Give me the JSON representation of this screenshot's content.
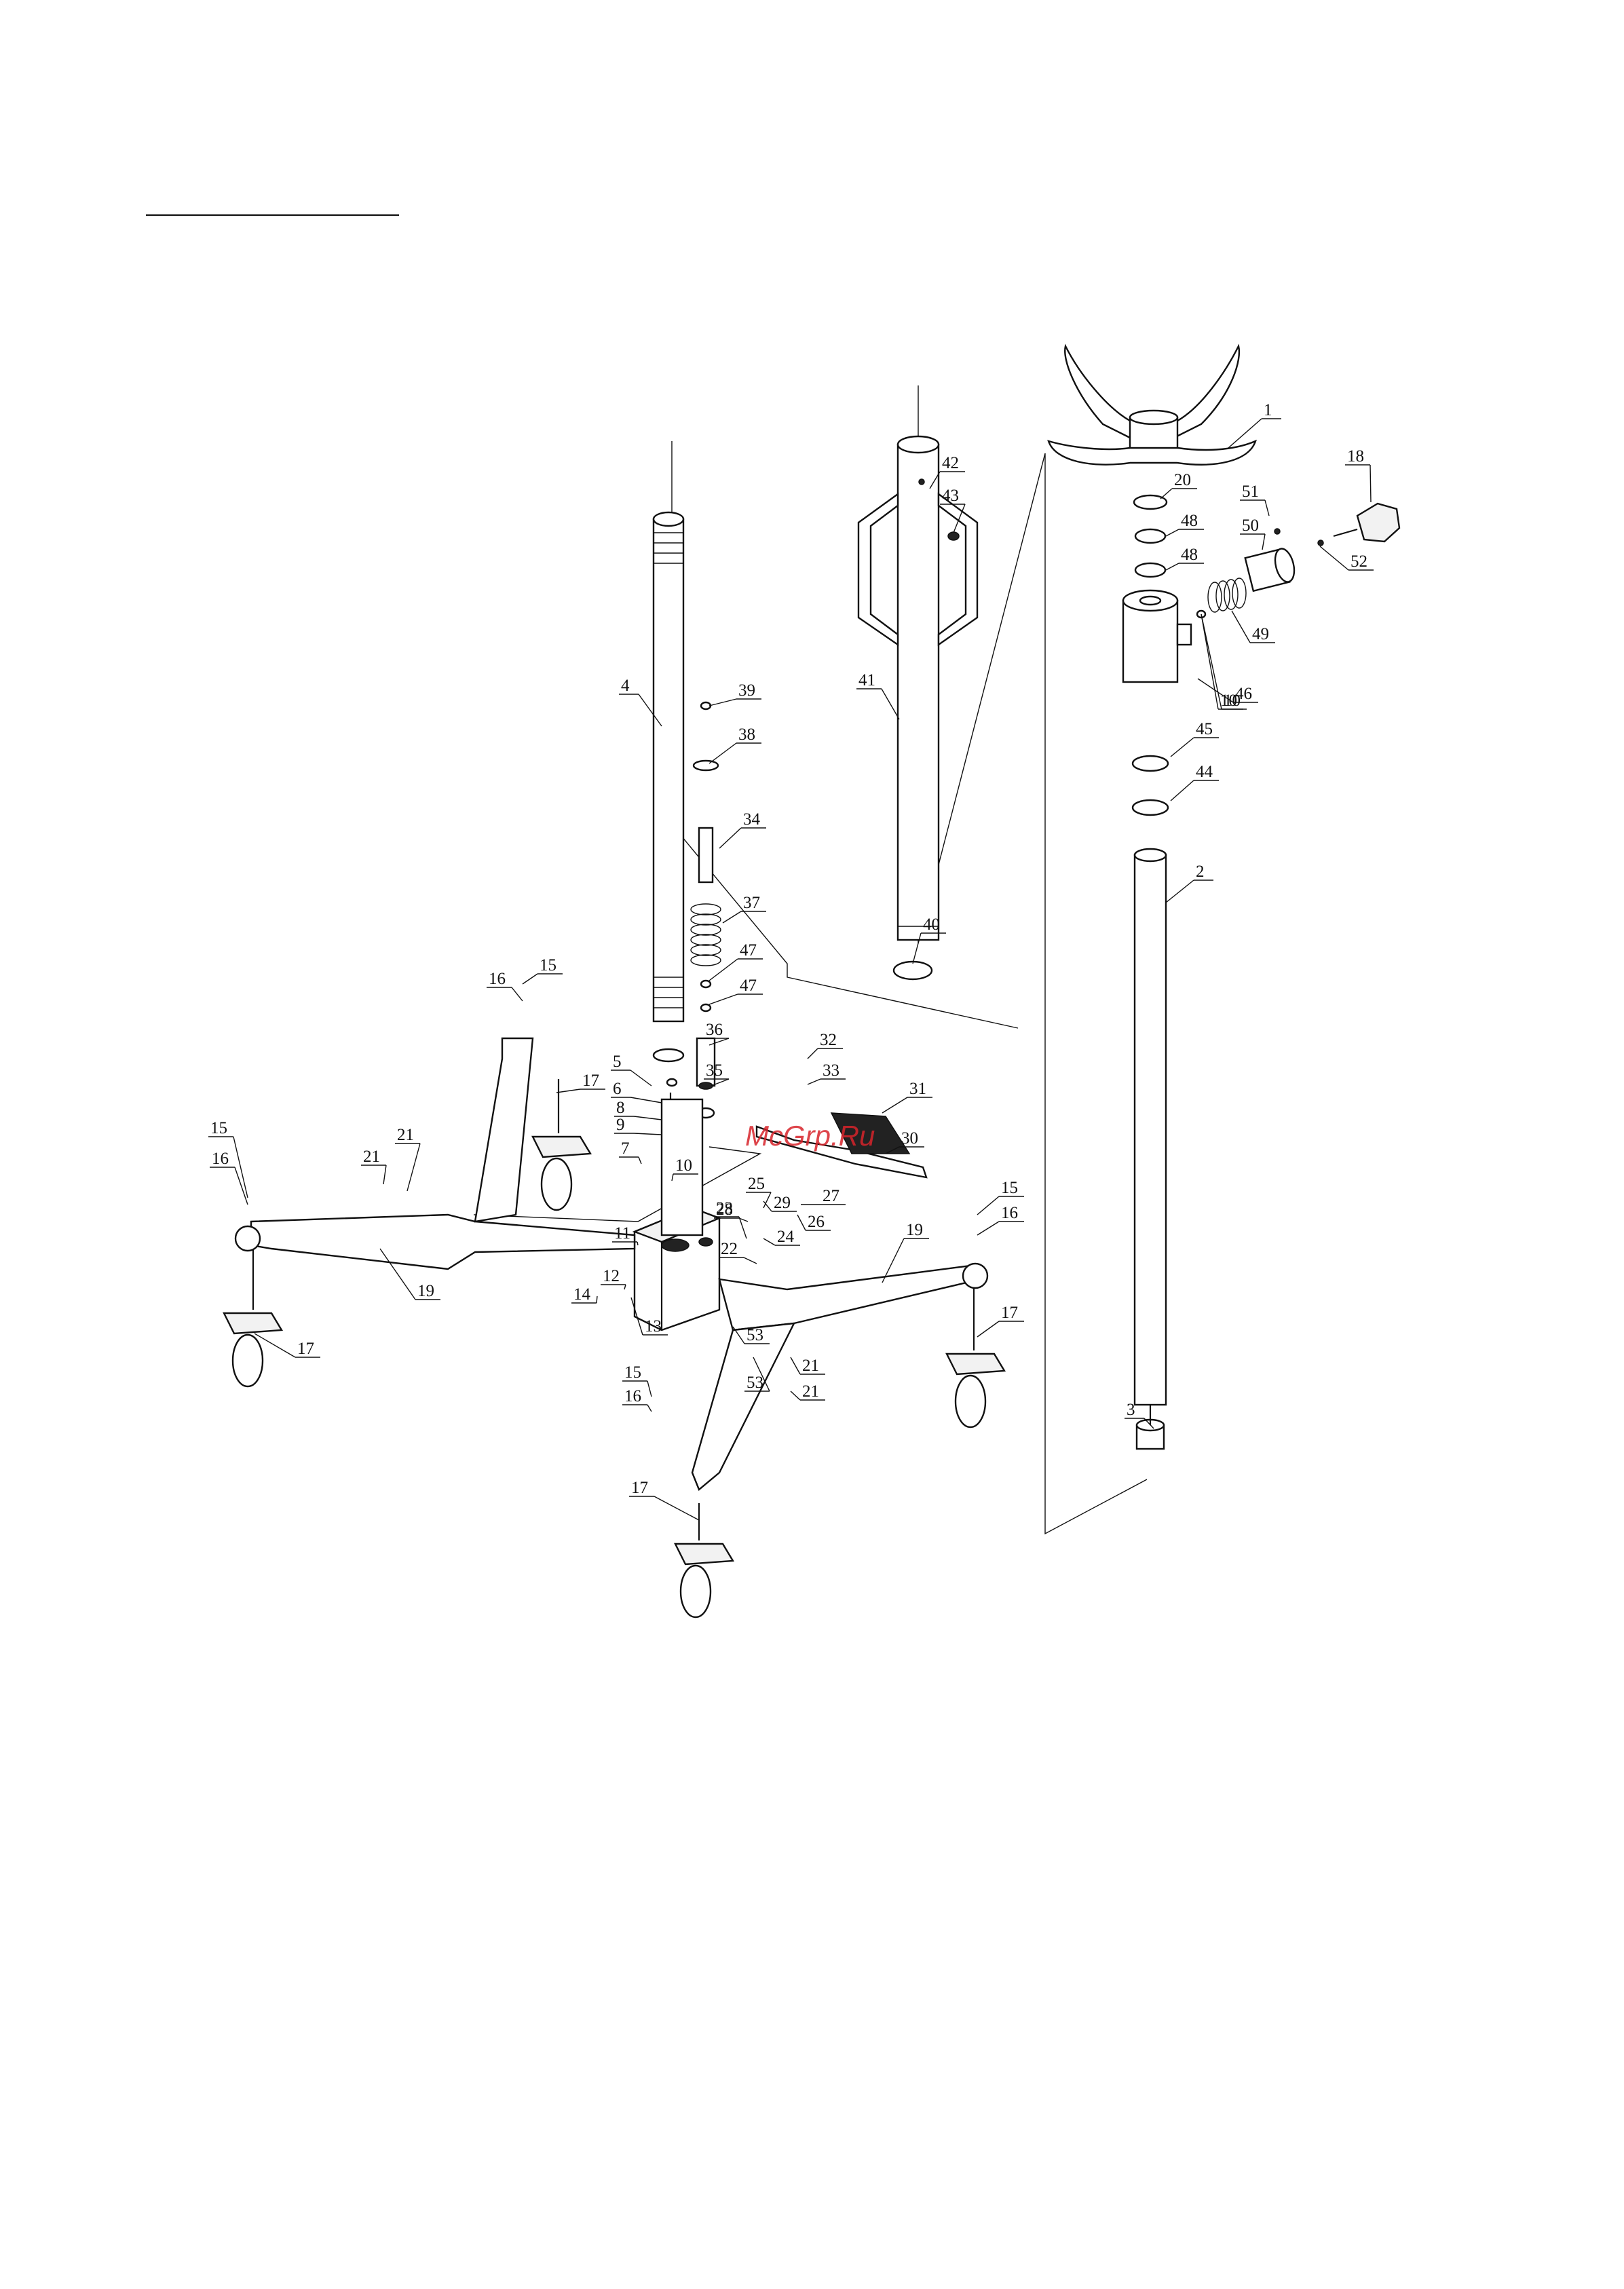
{
  "watermark": {
    "text": "McGrp.Ru",
    "color": "#d8242b"
  },
  "part_labels": [
    "1",
    "2",
    "3",
    "4",
    "5",
    "6",
    "7",
    "8",
    "9",
    "10",
    "10",
    "10",
    "11",
    "12",
    "13",
    "14",
    "15",
    "15",
    "15",
    "15",
    "16",
    "16",
    "16",
    "16",
    "17",
    "17",
    "17",
    "17",
    "18",
    "19",
    "19",
    "20",
    "21",
    "21",
    "21",
    "21",
    "22",
    "23",
    "24",
    "25",
    "26",
    "27",
    "28",
    "29",
    "30",
    "31",
    "32",
    "33",
    "34",
    "35",
    "36",
    "37",
    "38",
    "39",
    "40",
    "41",
    "42",
    "43",
    "44",
    "45",
    "46",
    "47",
    "47",
    "48",
    "48",
    "49",
    "50",
    "51",
    "52",
    "53",
    "53"
  ]
}
